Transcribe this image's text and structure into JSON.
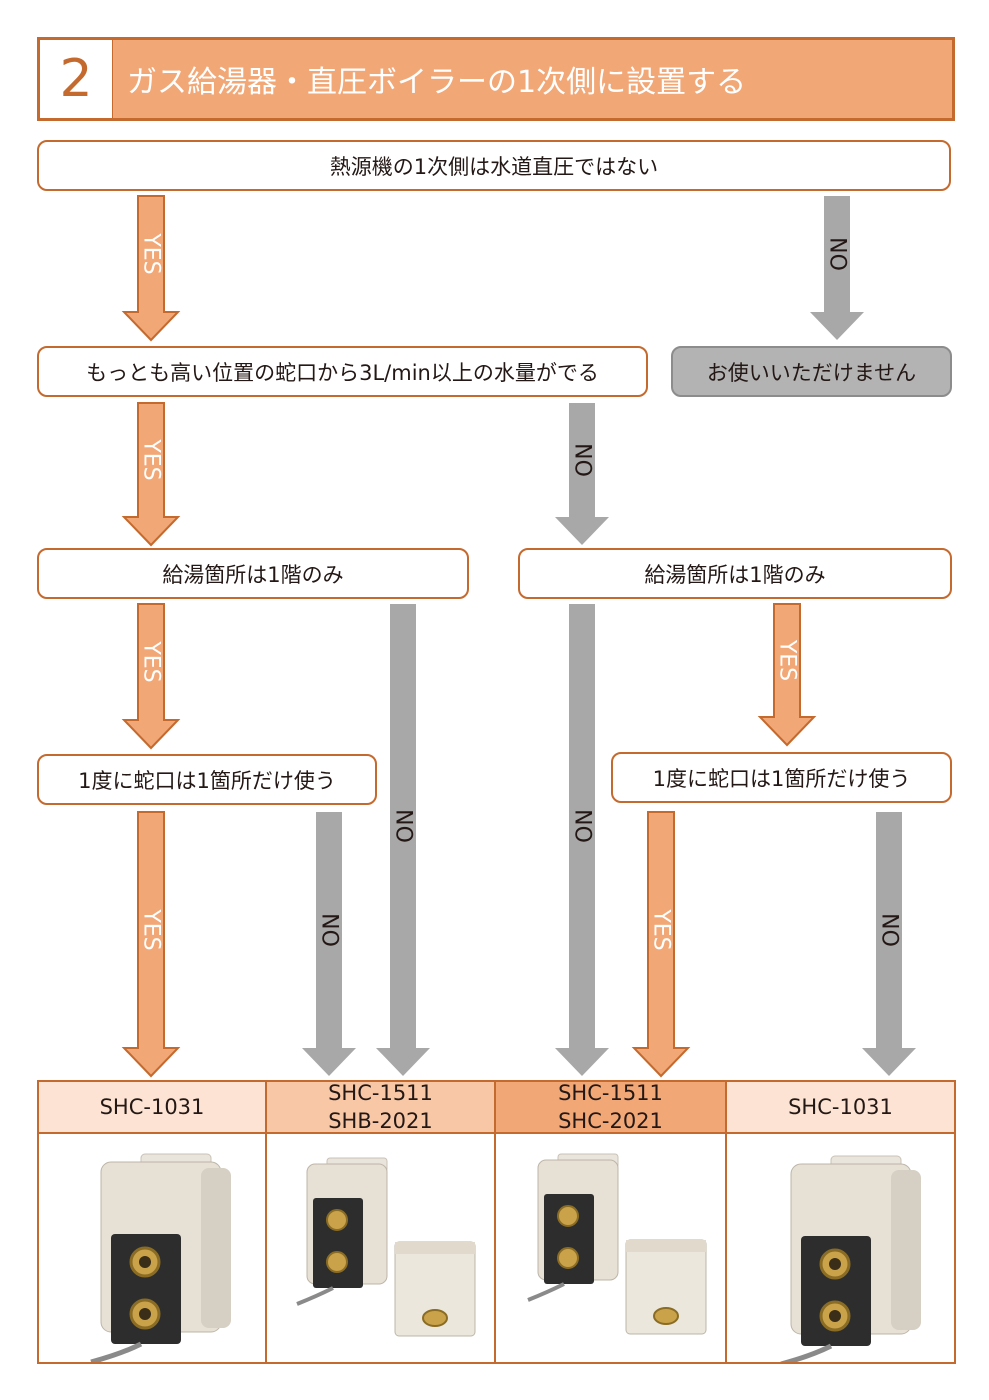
{
  "header": {
    "number": "2",
    "title": "ガス給湯器・直圧ボイラーの1次側に設置する"
  },
  "nodes": {
    "q1": "熱源機の1次側は水道直圧ではない",
    "q2": "もっとも高い位置の蛇口から3L/min以上の水量がでる",
    "unavailable": "お使いいただけません",
    "q3_left": "給湯箇所は1階のみ",
    "q3_right": "給湯箇所は1階のみ",
    "q4_left": "1度に蛇口は1箇所だけ使う",
    "q4_right": "1度に蛇口は1箇所だけ使う"
  },
  "labels": {
    "yes": "YES",
    "no": "NO"
  },
  "products": [
    {
      "line1": "SHC-1031",
      "line2": "",
      "bg": "#fce3d3"
    },
    {
      "line1": "SHC-1511",
      "line2": "SHB-2021",
      "bg": "#f7c7a6"
    },
    {
      "line1": "SHC-1511",
      "line2": "SHC-2021",
      "bg": "#f2a776"
    },
    {
      "line1": "SHC-1031",
      "line2": "",
      "bg": "#fce3d3"
    }
  ],
  "colors": {
    "yes_arrow": "#f2a776",
    "yes_arrow_stroke": "#c46a2e",
    "no_arrow": "#a8a8a8",
    "accent": "#c46a2e"
  }
}
